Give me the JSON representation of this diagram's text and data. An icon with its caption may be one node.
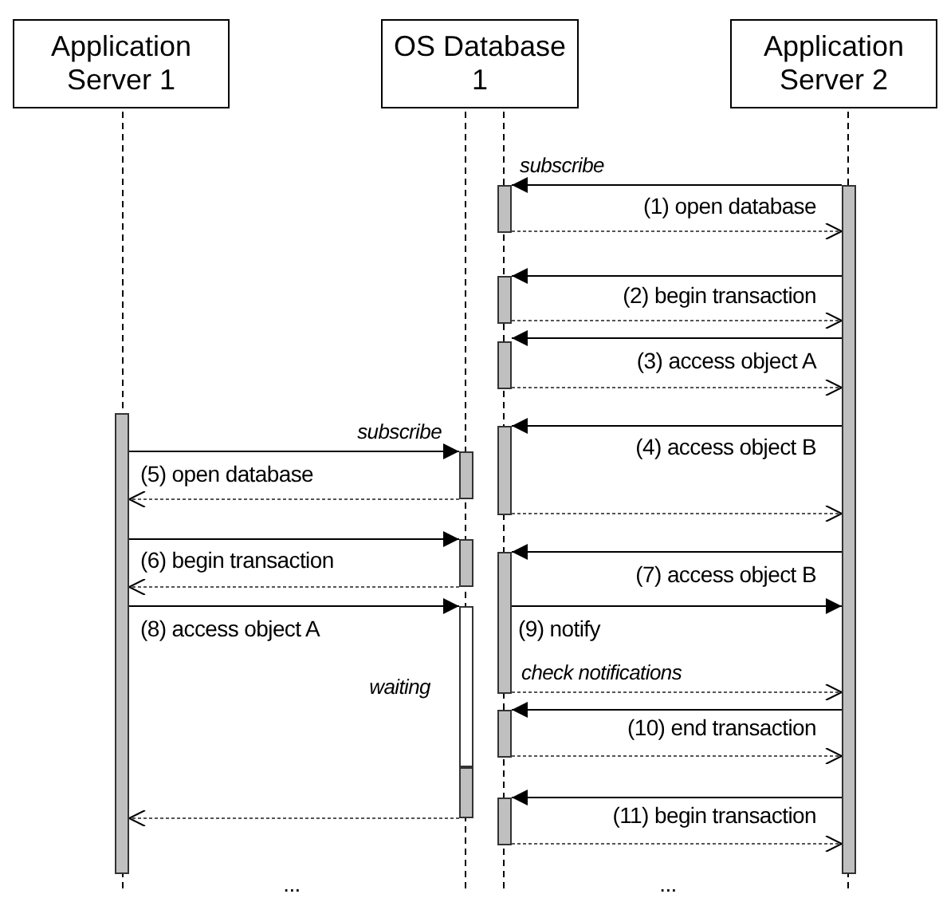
{
  "diagram": {
    "nodes": [
      {
        "text": [
          "Application Server 1"
        ]
      },
      {
        "text": [
          "OS Database 1"
        ]
      },
      {
        "text": [
          "Application Server 2"
        ]
      },
      {
        "text": [],
        "shape": "bar"
      },
      {
        "text": [],
        "shape": "bar"
      },
      {
        "text": [],
        "shape": "bar"
      },
      {
        "text": [],
        "shape": "box"
      },
      {
        "text": [],
        "shape": "bar"
      },
      {
        "text": [],
        "shape": "bar"
      },
      {
        "text": [],
        "shape": "bar"
      },
      {
        "text": [],
        "shape": "bar"
      },
      {
        "text": [],
        "shape": "bar"
      },
      {
        "text": [],
        "shape": "bar"
      },
      {
        "text": [],
        "shape": "bar"
      },
      {
        "text": [],
        "shape": "bar"
      },
      {
        "text": [],
        "shape": "bar"
      }
    ],
    "edges": [
      {
        "from": 15,
        "to": 8,
        "arrow": "to",
        "label": "(1) open database"
      },
      {
        "from": 8,
        "to": 15,
        "arrow": "to",
        "style": "dashed"
      },
      {
        "from": 15,
        "to": 9,
        "arrow": "to",
        "label": "(2) begin transaction"
      },
      {
        "from": 9,
        "to": 15,
        "arrow": "to",
        "style": "dashed"
      },
      {
        "from": 15,
        "to": 10,
        "arrow": "to",
        "label": "(3) access object A"
      },
      {
        "from": 10,
        "to": 15,
        "arrow": "to",
        "style": "dashed"
      },
      {
        "from": 15,
        "to": 11,
        "arrow": "to",
        "label": "(4) access object B"
      },
      {
        "from": 11,
        "to": 15,
        "arrow": "to",
        "style": "dashed"
      },
      {
        "from": 3,
        "to": 4,
        "arrow": "to",
        "label": "(5) open database"
      },
      {
        "from": 4,
        "to": 3,
        "arrow": "to",
        "style": "dashed"
      },
      {
        "from": 3,
        "to": 5,
        "arrow": "to",
        "label": "(6) begin transaction"
      },
      {
        "from": 5,
        "to": 3,
        "arrow": "to",
        "style": "dashed"
      },
      {
        "from": 15,
        "to": 12,
        "arrow": "to",
        "label": "(7) access object B"
      },
      {
        "from": 3,
        "to": 6,
        "arrow": "to",
        "label": "(8) access object A"
      },
      {
        "from": 12,
        "to": 15,
        "arrow": "to",
        "label": "(9) notify"
      },
      {
        "from": 12,
        "to": 15,
        "arrow": "to",
        "style": "dashed",
        "label": "check notifications"
      },
      {
        "from": 15,
        "to": 13,
        "arrow": "to",
        "label": "(10) end transaction"
      },
      {
        "from": 13,
        "to": 15,
        "arrow": "to",
        "style": "dashed"
      },
      {
        "from": 7,
        "to": 3,
        "arrow": "to",
        "style": "dashed"
      },
      {
        "from": 15,
        "to": 14,
        "arrow": "to",
        "label": "(11) begin transaction"
      },
      {
        "from": 14,
        "to": 15,
        "arrow": "to",
        "style": "dashed"
      }
    ],
    "labels": [
      "subscribe",
      "subscribe",
      "waiting",
      "...",
      "..."
    ]
  }
}
